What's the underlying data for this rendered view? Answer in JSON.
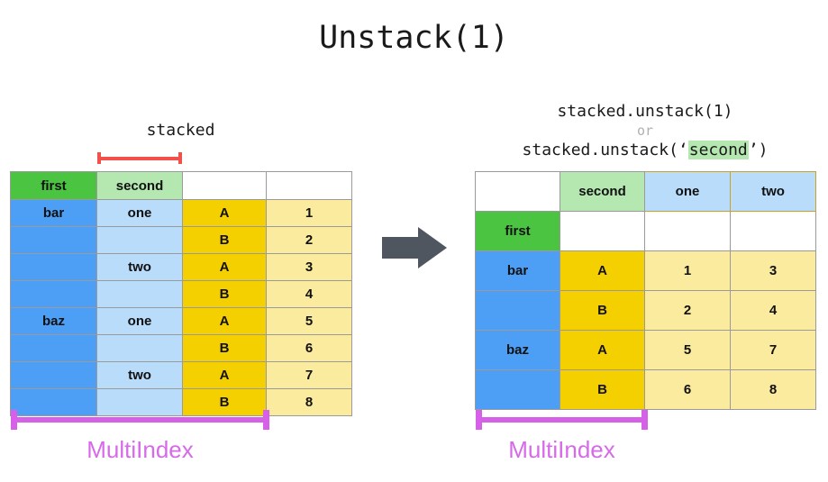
{
  "title": "Unstack(1)",
  "arrow": {
    "name": "right-arrow",
    "color": "#4f5660"
  },
  "left": {
    "caption": "stacked",
    "red_bracket": {
      "color": "#f2504b",
      "spans": "second"
    },
    "multiindex_label": "MultiIndex",
    "multiindex_color": "#d660e8",
    "headers": [
      "first",
      "second",
      "",
      ""
    ],
    "rows": [
      {
        "first": "bar",
        "second": "one",
        "level": "A",
        "value": "1"
      },
      {
        "first": "",
        "second": "",
        "level": "B",
        "value": "2"
      },
      {
        "first": "",
        "second": "two",
        "level": "A",
        "value": "3"
      },
      {
        "first": "",
        "second": "",
        "level": "B",
        "value": "4"
      },
      {
        "first": "baz",
        "second": "one",
        "level": "A",
        "value": "5"
      },
      {
        "first": "",
        "second": "",
        "level": "B",
        "value": "6"
      },
      {
        "first": "",
        "second": "two",
        "level": "A",
        "value": "7"
      },
      {
        "first": "",
        "second": "",
        "level": "B",
        "value": "8"
      }
    ]
  },
  "right": {
    "caption_line1": "stacked.unstack(1)",
    "caption_or": "or",
    "caption_line3_prefix": "stacked.unstack(‘",
    "caption_line3_highlight": "second",
    "caption_line3_suffix": "’)",
    "multiindex_label": "MultiIndex",
    "multiindex_color": "#d660e8",
    "header_row1": [
      "",
      "second",
      "one",
      "two"
    ],
    "header_row2": [
      "first",
      "",
      "",
      ""
    ],
    "rows": [
      {
        "first": "bar",
        "level": "A",
        "one": "1",
        "two": "3"
      },
      {
        "first": "",
        "level": "B",
        "one": "2",
        "two": "4"
      },
      {
        "first": "baz",
        "level": "A",
        "one": "5",
        "two": "7"
      },
      {
        "first": "",
        "level": "B",
        "one": "6",
        "two": "8"
      }
    ]
  },
  "palette": {
    "green": "#4bc442",
    "light_green": "#b5e8b0",
    "blue": "#4d9ff5",
    "light_blue": "#b8dcfa",
    "gold": "#f5d000",
    "light_yellow": "#fbeb9e",
    "purple": "#d660e8",
    "red": "#f2504b",
    "arrow_gray": "#4f5660"
  }
}
